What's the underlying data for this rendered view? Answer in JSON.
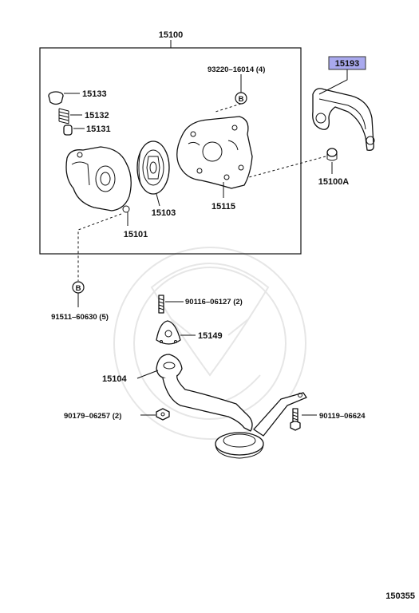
{
  "diagram": {
    "page_number": "150355",
    "assembly_label": "15100",
    "highlight_color": "#a9a9ee",
    "callouts": {
      "p15193": "15193",
      "p93220": "93220–16014 (4)",
      "p15133": "15133",
      "p15132": "15132",
      "p15131": "15131",
      "p15103": "15103",
      "p15115": "15115",
      "p15101": "15101",
      "p15100a": "15100A",
      "p91511": "91511–60630 (5)",
      "p90116": "90116–06127 (2)",
      "p15149": "15149",
      "p15104": "15104",
      "p90179": "90179–06257 (2)",
      "p90119": "90119–06624"
    },
    "bolt_marker": "B"
  }
}
